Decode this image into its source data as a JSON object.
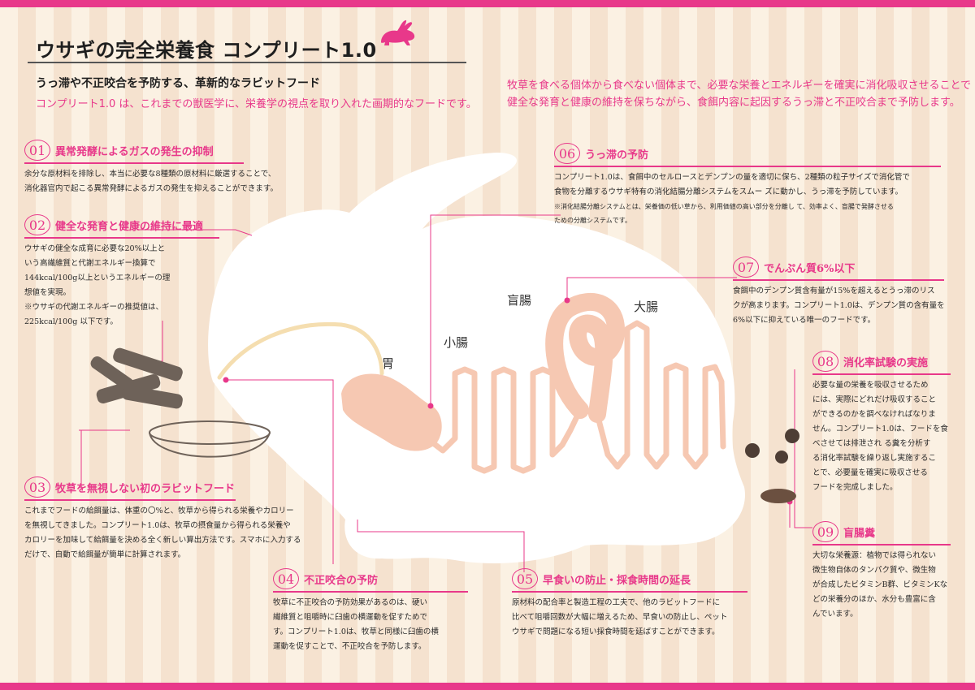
{
  "header": {
    "title": "ウサギの完全栄養食 コンプリート1.0",
    "subtitle": "うっ滞や不正咬合を予防する、革新的なラビットフード",
    "intro": "コンプリート1.0 は、これまでの獣医学に、栄養学の視点を取り入れた画期的なフードです。",
    "lead": [
      "牧草を食べる個体から食べない個体まで、必要な栄養とエネルギーを確実に消化吸収させることで",
      "健全な発育と健康の維持を保ちながら、食餌内容に起因するうっ滞と不正咬合まで予防します。"
    ]
  },
  "organs": {
    "stomach": "胃",
    "small_intestine": "小腸",
    "cecum": "盲腸",
    "large_intestine": "大腸"
  },
  "sections": [
    {
      "num": "01",
      "title": "異常発酵によるガスの発生の抑制",
      "lines": [
        "余分な原材料を排除し、本当に必要な8種類の原材料に厳選することで、",
        "消化器官内で起こる異常発酵によるガスの発生を抑えることができます。"
      ]
    },
    {
      "num": "02",
      "title": "健全な発育と健康の維持に最適",
      "lines": [
        "ウサギの健全な成育に必要な20%以上と",
        "いう高繊維質と代謝エネルギー換算で",
        "144kcal/100g以上というエネルギーの理",
        "想値を実現。",
        "※ウサギの代謝エネルギーの推奨値は、",
        "225kcal/100g 以下です。"
      ]
    },
    {
      "num": "03",
      "title": "牧草を無視しない初のラビットフード",
      "lines": [
        "これまでフードの給餌量は、体重の〇%と、牧草から得られる栄養やカロリー",
        "を無視してきました。コンプリート1.0は、牧草の摂食量から得られる栄養や",
        "カロリーを加味して給餌量を決める全く新しい算出方法です。スマホに入力する",
        "だけで、自動で給餌量が簡単に計算されます。"
      ]
    },
    {
      "num": "04",
      "title": "不正咬合の予防",
      "lines": [
        "牧草に不正咬合の予防効果があるのは、硬い",
        "繊維質と咀嚼時に臼歯の横運動を促すためで",
        "す。コンプリート1.0は、牧草と同様に臼歯の横",
        "運動を促すことで、不正咬合を予防します。"
      ]
    },
    {
      "num": "05",
      "title": "早食いの防止・採食時間の延長",
      "lines": [
        "原材料の配合率と製造工程の工夫で、他のラビットフードに",
        "比べて咀嚼回数が大幅に増えるため、早食いの防止し、ペット",
        "ウサギで問題になる短い採食時間を延ばすことができます。"
      ]
    },
    {
      "num": "06",
      "title": "うっ滞の予防",
      "lines": [
        "コンプリート1.0は、食餌中のセルロースとデンプンの量を適切に保ち、2種類の粒子サイズで消化管で",
        "食物を分離するウサギ特有の消化結腸分離システムをスムー ズに動かし、うっ滞を予防しています。"
      ],
      "notes": [
        "※消化結腸分離システムとは、栄養価の低い草から、利用価値の高い部分を分離し て、効率よく、盲腸で発酵させる",
        "ための分離システムです。"
      ]
    },
    {
      "num": "07",
      "title": "でんぷん質6%以下",
      "lines": [
        "食餌中のデンプン質含有量が15%を超えるとうっ滞のリス",
        "クが高まります。コンプリート1.0は、デンプン質の含有量を",
        "6%以下に抑えている唯一のフードです。"
      ]
    },
    {
      "num": "08",
      "title": "消化率試験の実施",
      "lines": [
        "必要な量の栄養を吸収させるため",
        "には、実際にどれだけ吸収すること",
        "ができるのかを調べなければなりま",
        "せん。コンプリート1.0は、フードを食",
        "べさせては排泄され る糞を分析す",
        "る消化率試験を繰り返し実施するこ",
        "とで、必要量を確実に吸収させる",
        "フードを完成しました。"
      ]
    },
    {
      "num": "09",
      "title": "盲腸糞",
      "lines": [
        "大切な栄養源：植物では得られない",
        "微生物自体のタンパク質や、微生物",
        "が合成したビタミンB群、ビタミンKな",
        "どの栄養分のほか、水分も豊富に含",
        "んでいます。"
      ]
    }
  ],
  "colors": {
    "accent": "#e8388a",
    "organ": "#f6c8b2",
    "esophagus": "#f5deb0"
  }
}
